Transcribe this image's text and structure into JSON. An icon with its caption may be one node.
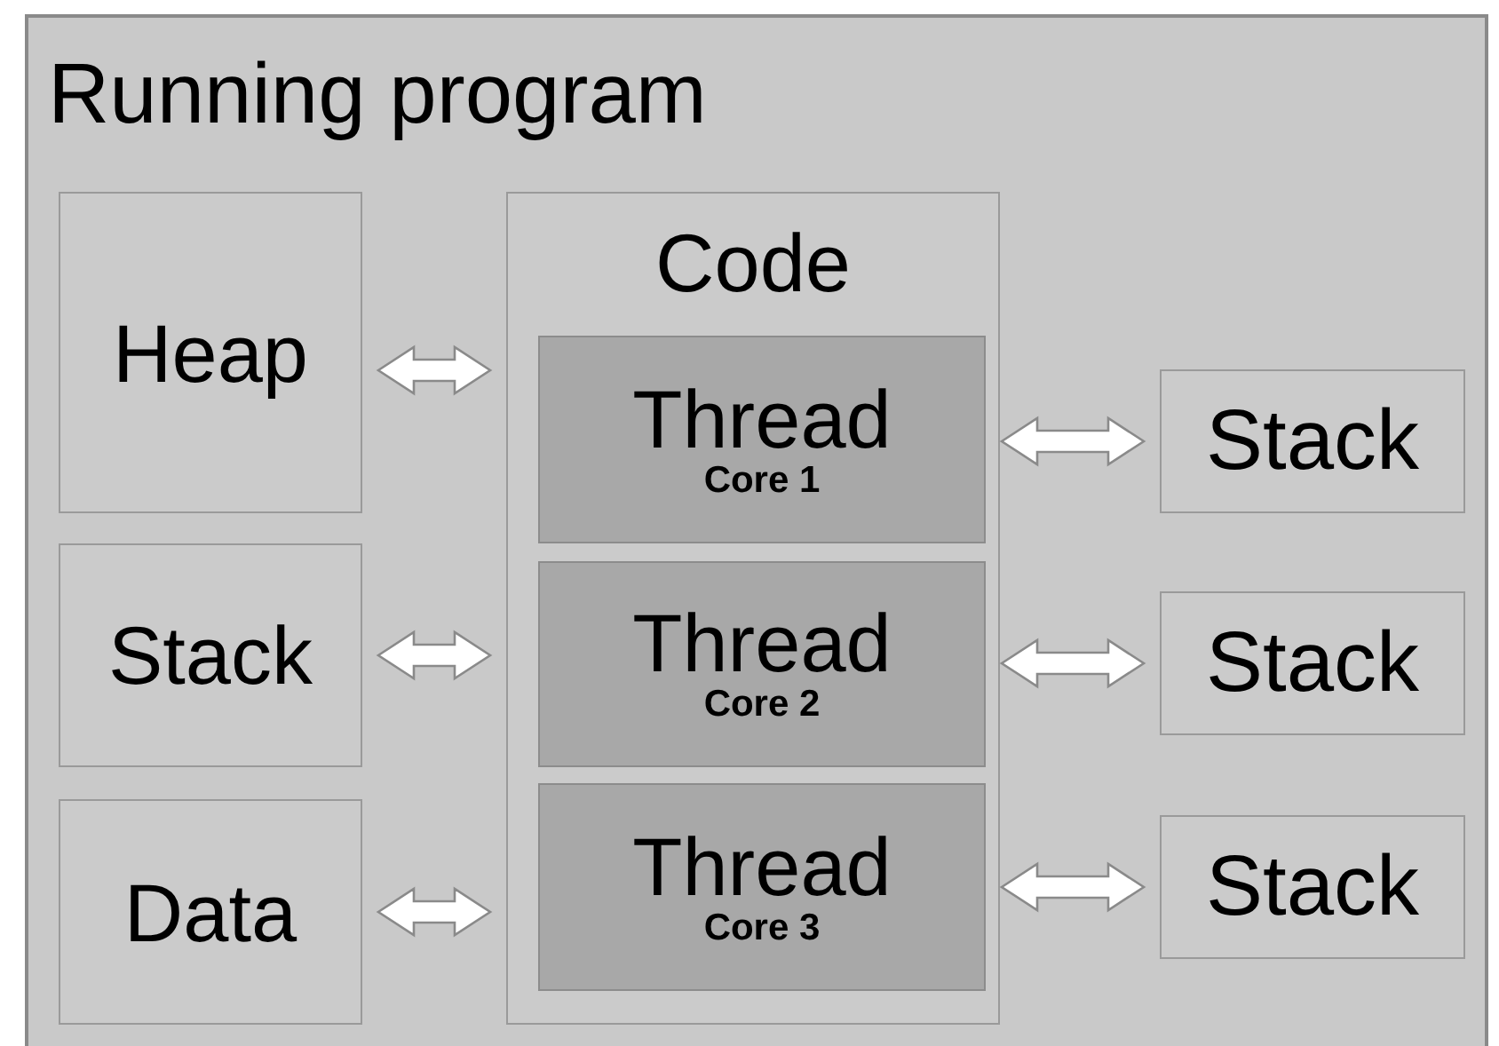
{
  "diagram": {
    "nodes": [
      {
        "text": [
          "Running program"
        ]
      },
      {
        "text": [
          "Heap"
        ],
        "in": 0
      },
      {
        "text": [
          "Stack"
        ],
        "in": 0
      },
      {
        "text": [
          "Data"
        ],
        "in": 0
      },
      {
        "text": [
          "Code"
        ],
        "in": 0
      },
      {
        "text": [
          "Thread",
          "Core 1"
        ],
        "in": 4
      },
      {
        "text": [
          "Thread",
          "Core 2"
        ],
        "in": 4
      },
      {
        "text": [
          "Thread",
          "Core 3"
        ],
        "in": 4
      },
      {
        "text": [
          "Stack"
        ],
        "in": 0
      },
      {
        "text": [
          "Stack"
        ],
        "in": 0
      },
      {
        "text": [
          "Stack"
        ],
        "in": 0
      }
    ],
    "edges": [
      {
        "from": 1,
        "to": 4,
        "arrow": "both"
      },
      {
        "from": 2,
        "to": 4,
        "arrow": "both"
      },
      {
        "from": 3,
        "to": 4,
        "arrow": "both"
      },
      {
        "from": 5,
        "to": 8,
        "arrow": "both"
      },
      {
        "from": 6,
        "to": 9,
        "arrow": "both"
      },
      {
        "from": 7,
        "to": 10,
        "arrow": "both"
      }
    ]
  }
}
